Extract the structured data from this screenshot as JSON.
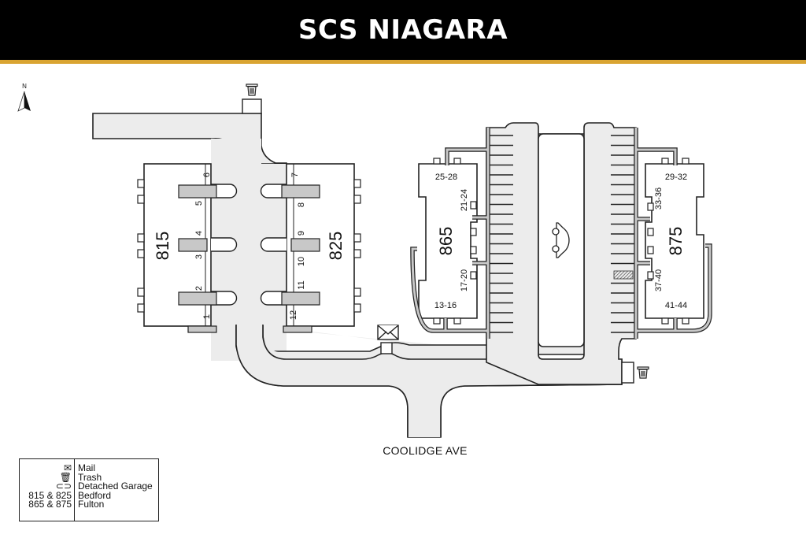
{
  "header": {
    "title": "SCS NIAGARA",
    "stripe_color": "#d9a431",
    "background": "#000000"
  },
  "compass": {
    "label": "N",
    "icon": "north-arrow-icon"
  },
  "buildings": [
    {
      "number": "815",
      "units": [
        "1",
        "2",
        "3",
        "4",
        "5",
        "6"
      ]
    },
    {
      "number": "825",
      "units": [
        "7",
        "8",
        "9",
        "10",
        "11",
        "12"
      ]
    },
    {
      "number": "865",
      "units": [
        "25-28",
        "21-24",
        "17-20",
        "13-16"
      ]
    },
    {
      "number": "875",
      "units": [
        "29-32",
        "33-36",
        "37-40",
        "41-44"
      ]
    }
  ],
  "street": {
    "name": "COOLIDGE AVE"
  },
  "legend": {
    "items": [
      {
        "icon": "mail-icon",
        "label": "Mail"
      },
      {
        "icon": "trash-icon",
        "label": "Trash"
      },
      {
        "icon": "car-icon",
        "label": "Detached Garage"
      },
      {
        "key": "815 & 825",
        "label": "Bedford"
      },
      {
        "key": "865 & 875",
        "label": "Fulton"
      }
    ]
  },
  "colors": {
    "road": "#ececec",
    "walkway": "#c8c8c8",
    "outline": "#222222"
  }
}
